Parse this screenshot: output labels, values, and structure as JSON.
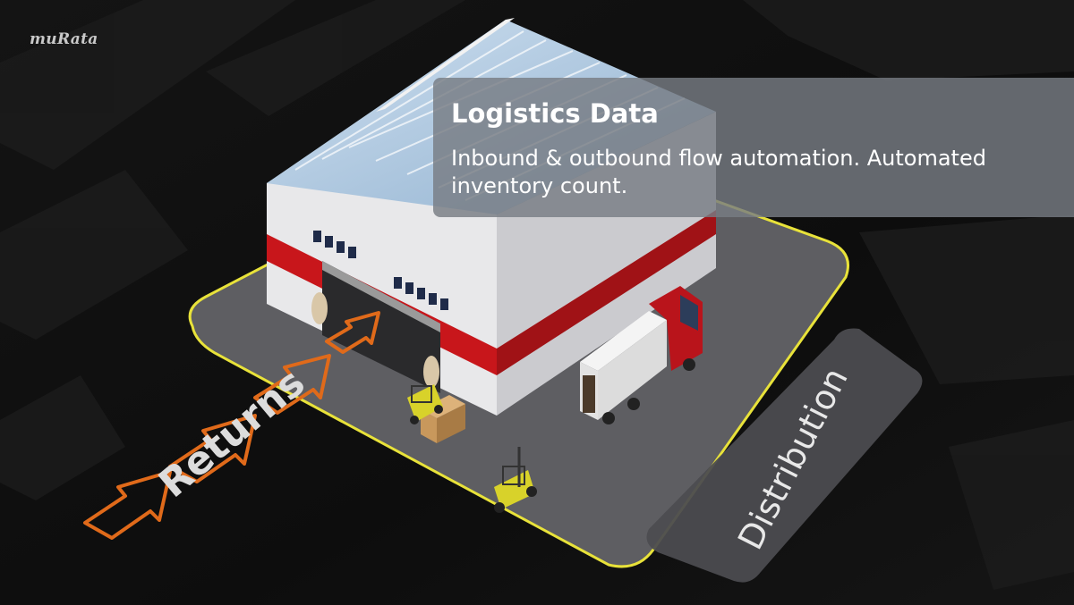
{
  "brand": {
    "logo_text": "muRata"
  },
  "info_card": {
    "title": "Logistics Data",
    "description": "Inbound & outbound flow automation. Automated inventory count."
  },
  "labels": {
    "returns": "Returns",
    "distribution": "Distribution"
  },
  "colors": {
    "flow_arrow": "#e06a1a",
    "lot_outline": "#e8e23a",
    "warehouse_stripe": "#c8161b",
    "forklift": "#d8d22a",
    "truck_cab": "#b9141b"
  }
}
